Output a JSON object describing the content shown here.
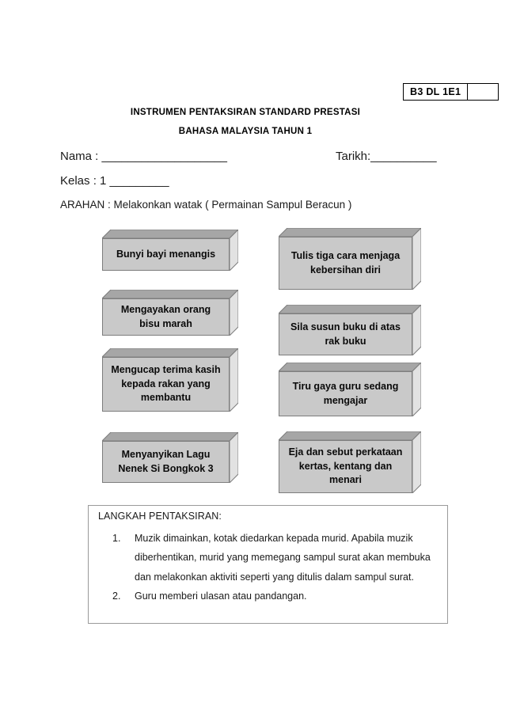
{
  "document": {
    "code_box": {
      "code_label": "B3 DL 1E1",
      "empty_cell": ""
    },
    "title_line_1": "INSTRUMEN PENTAKSIRAN STANDARD PRESTASI",
    "title_line_2": "BAHASA MALAYSIA TAHUN 1",
    "fields": {
      "nama": "Nama : ___________________",
      "tarikh": "Tarikh:__________",
      "kelas": "Kelas : 1 _________",
      "arahan": "ARAHAN : Melakonkan watak ( Permainan Sampul Beracun )"
    },
    "cards": {
      "left_column": [
        "Bunyi bayi menangis",
        "Mengayakan orang bisu marah",
        "Mengucap terima kasih kepada rakan yang membantu",
        "Menyanyikan Lagu Nenek Si Bongkok 3"
      ],
      "right_column": [
        "Tulis tiga cara menjaga kebersihan diri",
        "Sila susun buku di atas rak buku",
        "Tiru gaya guru sedang mengajar",
        "Eja dan sebut perkataan kertas, kentang dan menari"
      ]
    },
    "steps": {
      "heading": "LANGKAH PENTAKSIRAN:",
      "items": [
        {
          "number": "1.",
          "text": "Muzik dimainkan, kotak diedarkan kepada murid. Apabila muzik diberhentikan, murid yang memegang sampul surat akan membuka dan melakonkan aktiviti seperti yang ditulis dalam sampul surat."
        },
        {
          "number": "2.",
          "text": "Guru memberi ulasan atau pandangan."
        }
      ]
    },
    "colors": {
      "card_front": "#c9c9c9",
      "card_top": "#a6a6a6",
      "card_side": "#e2e2e2",
      "card_edge": "#7d7d7d",
      "panel_border": "#9a9a9a",
      "text": "#000000",
      "page_background": "#ffffff"
    }
  }
}
